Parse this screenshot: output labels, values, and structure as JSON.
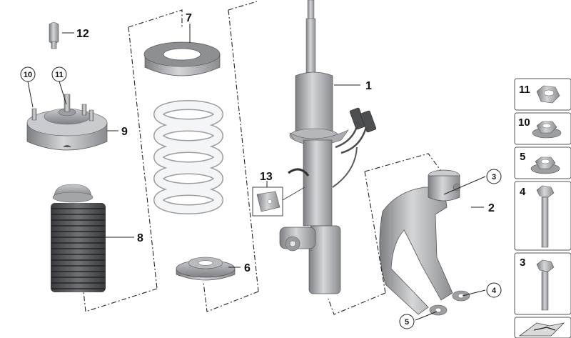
{
  "diagram": {
    "callouts": {
      "c1": "1",
      "c2": "2",
      "c3": "3",
      "c4": "4",
      "c5": "5",
      "c6": "6",
      "c7": "7",
      "c8": "8",
      "c9": "9",
      "c10": "10",
      "c11": "11",
      "c12": "12",
      "c13": "13"
    },
    "side_panel": {
      "items": [
        "11",
        "10",
        "5",
        "4",
        "3"
      ]
    }
  }
}
